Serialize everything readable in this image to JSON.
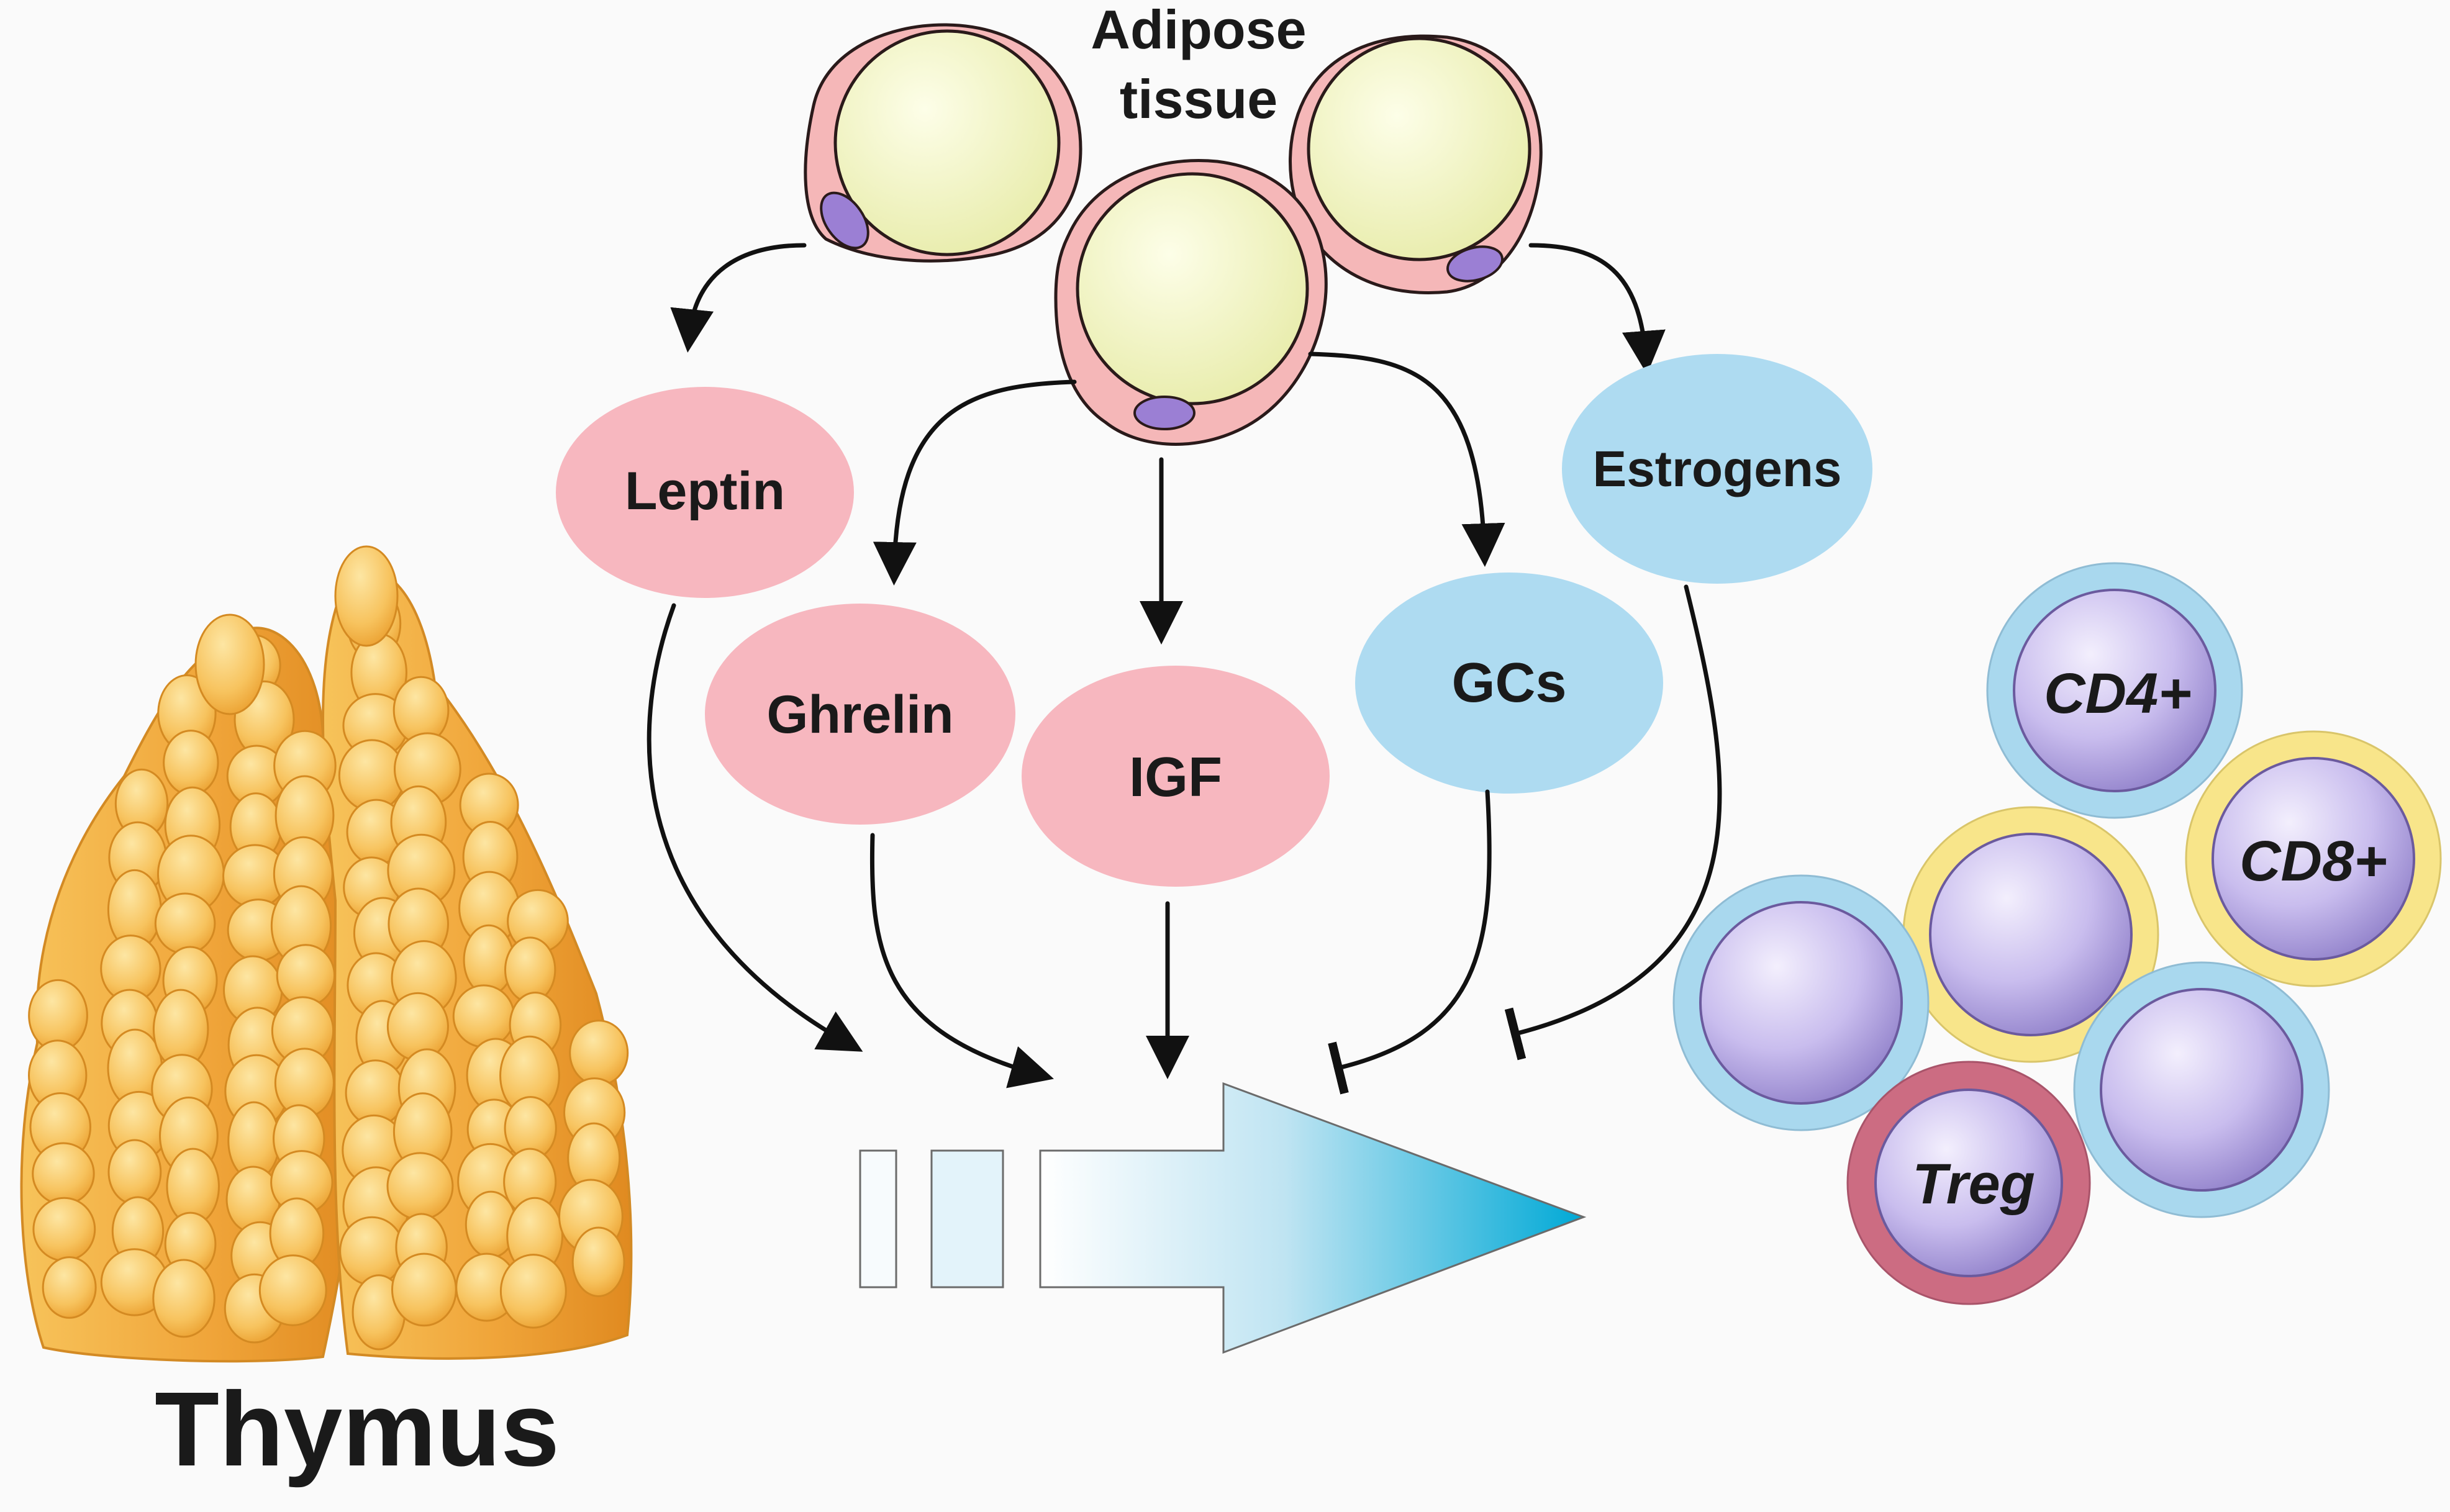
{
  "adipose": {
    "line1": "Adipose",
    "line2": "tissue"
  },
  "hormones": {
    "leptin": "Leptin",
    "ghrelin": "Ghrelin",
    "igf": "IGF",
    "gcs": "GCs",
    "estrogens": "Estrogens"
  },
  "organ_label": "Thymus",
  "cells": {
    "cd4": "CD4+",
    "cd8": "CD8+",
    "treg": "Treg"
  },
  "colors": {
    "pink_node": "#f7b7bf",
    "blue_node": "#aedbf1",
    "fat_droplet": "#f3f6c2",
    "cell_membrane": "#f5b7b8",
    "nucleus": "#9b7fd4",
    "cell_core": "#cdc1ee",
    "ring_blue": "#a9d8ee",
    "ring_yellow": "#f8e58a",
    "ring_red": "#cc6c82",
    "arrow_start": "#ffffff",
    "arrow_end": "#00a9d6",
    "thymus": "#f6b54a"
  }
}
